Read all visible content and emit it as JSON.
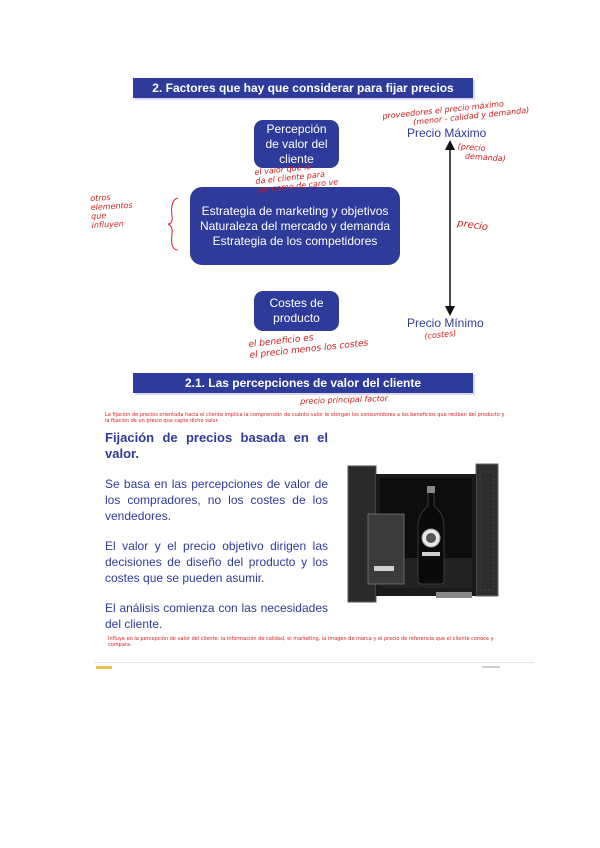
{
  "section1": {
    "title": "2. Factores que hay que considerar para fijar precios",
    "box_perception": [
      "Percepción",
      "de valor del",
      "cliente"
    ],
    "box_strategy": [
      "Estrategia de marketing y objetivos",
      "Naturaleza del mercado y demanda",
      "Estrategia de los competidores"
    ],
    "box_costs": [
      "Costes de",
      "producto"
    ],
    "price_max": "Precio Máximo",
    "price_min": "Precio Mínimo",
    "handwritten": {
      "top_right": [
        "proveedores el precio máximo",
        "(menor - calidad y demanda)"
      ],
      "right_paren": [
        "(precio",
        "demanda)"
      ],
      "right_mid": "precio",
      "left": [
        "otros",
        "elementos",
        "que",
        "influyen"
      ],
      "under_perception": [
        "el valor que le",
        "da el cliente para",
        "ver como de caro ve"
      ],
      "under_costs": [
        "el beneficio es",
        "el precio menos los costes"
      ],
      "under_price_min": "(costes)"
    }
  },
  "section2": {
    "title": "2.1. Las percepciones de valor del cliente",
    "handwritten_title": "precio principal factor",
    "red_intro": "La fijación de precios orientada hacia el cliente implica la comprensión de cuánto valor le otorgan los consumidores a los beneficios que reciben del producto y la fijación de un precio que capte dicho valor.",
    "heading": "Fijación de precios basada en el valor.",
    "paragraphs": [
      "Se basa en las percepciones de valor de los compradores, no los costes de los vendedores.",
      "El valor y el precio objetivo dirigen las decisiones de diseño del producto y los costes que se pueden asumir.",
      "El análisis comienza con las necesidades del cliente."
    ],
    "red_outro": "Influye en la percepción de valor del cliente: la información de calidad, el marketing, la imagen de marca y el precio de referencia que el cliente conoce y compara."
  }
}
